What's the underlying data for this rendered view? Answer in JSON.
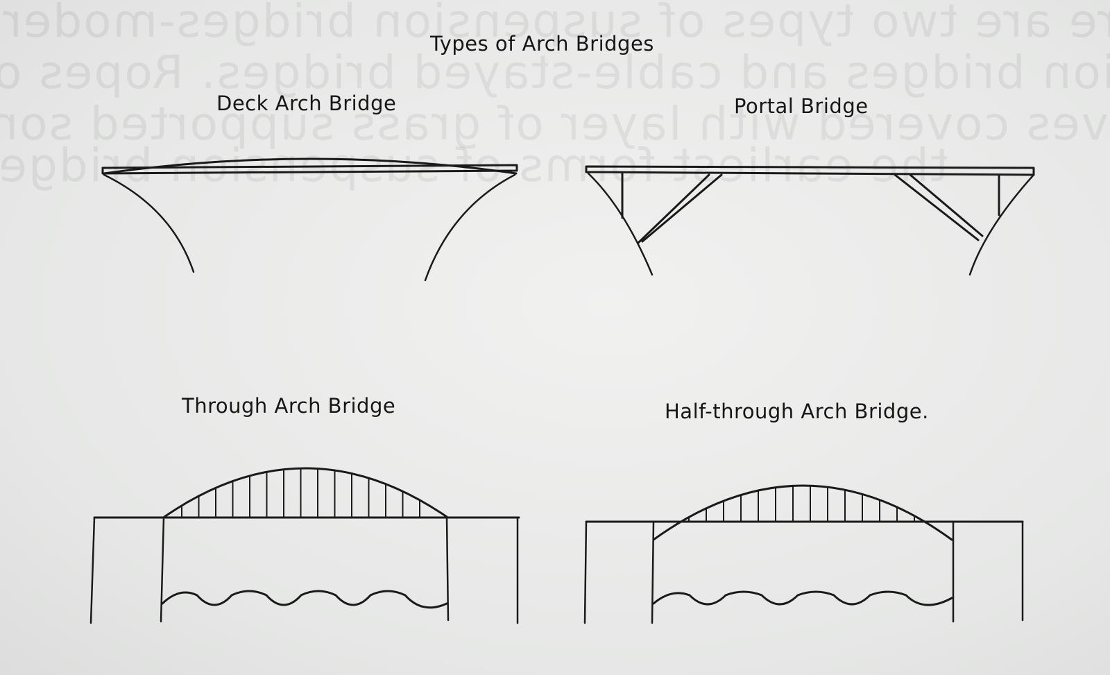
{
  "title": "Types of Arch Bridges",
  "bridges": [
    {
      "id": "deck",
      "label": "Deck Arch Bridge"
    },
    {
      "id": "portal",
      "label": "Portal Bridge"
    },
    {
      "id": "through",
      "label": "Through Arch Bridge"
    },
    {
      "id": "half-through",
      "label": "Half-through Arch Bridge."
    }
  ],
  "colors": {
    "ink": "#1a1a1a",
    "paper": "#ebebea"
  }
}
